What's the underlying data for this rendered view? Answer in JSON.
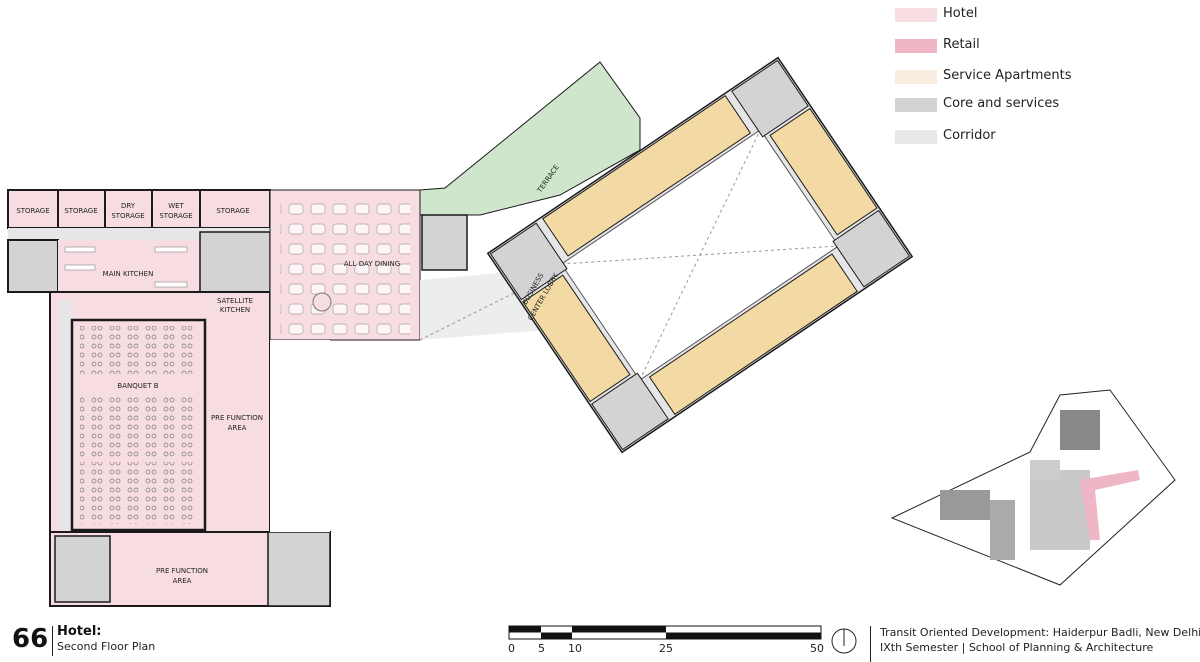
{
  "legend": [
    {
      "label": "Hotel",
      "color": "#f7dde2"
    },
    {
      "label": "Retail",
      "color": "#efb7c6"
    },
    {
      "label": "Service Apartments",
      "color": "#f8ede0"
    },
    {
      "label": "Core and services",
      "color": "#d3d3d3"
    },
    {
      "label": "Corridor",
      "color": "#e8e8ea"
    }
  ],
  "rooms": {
    "storage1": "STORAGE",
    "storage2": "STORAGE",
    "dry_storage": [
      "DRY",
      "STORAGE"
    ],
    "wet_storage": [
      "WET",
      "STORAGE"
    ],
    "storage3": "STORAGE",
    "main_kitchen": "MAIN KITCHEN",
    "satellite_kitchen": [
      "SATELLITE",
      "KITCHEN"
    ],
    "all_day_dining": "ALL DAY DINING",
    "banquet": "BANQUET B",
    "pre_function_1": [
      "PRE FUNCTION",
      "AREA"
    ],
    "pre_function_2": [
      "PRE FUNCTION",
      "AREA"
    ],
    "terrace": "TERRACE",
    "business_center": [
      "BUSINESS",
      "CENTER LOBBY"
    ]
  },
  "colors": {
    "hotel": "#f7dde2",
    "terrace": "#cfe6cc",
    "apartment_rooms": "#f3d9a4",
    "core": "#d3d3d3",
    "corridor": "#e6e6e8",
    "wall": "#1a1a1a"
  },
  "footer": {
    "page_number": "66",
    "title": "Hotel:",
    "subtitle": "Second Floor Plan",
    "scale_labels": [
      "0",
      "5",
      "10",
      "25",
      "50"
    ],
    "north_icon": "north-arrow-icon",
    "project_line1": "Transit Oriented Development: Haiderpur Badli, New Delhi",
    "project_line2": "IXth Semester | School of Planning & Architecture"
  }
}
